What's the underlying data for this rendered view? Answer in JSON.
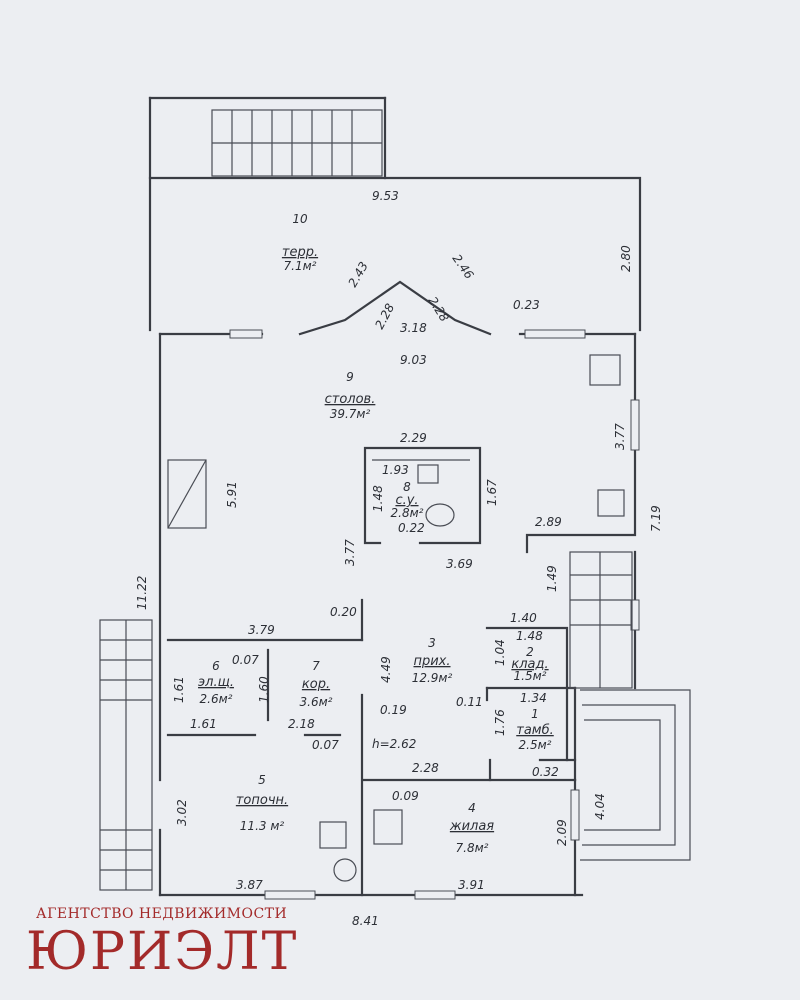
{
  "rooms": [
    {
      "id": "10",
      "num": "10",
      "name": "терр.",
      "area": "7.1м²"
    },
    {
      "id": "9",
      "num": "9",
      "name": "столов.",
      "area": "39.7м²"
    },
    {
      "id": "8",
      "num": "8",
      "name": "с.у.",
      "area": "2.8м²"
    },
    {
      "id": "3",
      "num": "3",
      "name": "прих.",
      "area": "12.9м²"
    },
    {
      "id": "2",
      "num": "2",
      "name": "клад.",
      "area": "1.5м²"
    },
    {
      "id": "1",
      "num": "1",
      "name": "тамб.",
      "area": "2.5м²"
    },
    {
      "id": "6",
      "num": "6",
      "name": "эл.щ.",
      "area": "2.6м²"
    },
    {
      "id": "7",
      "num": "7",
      "name": "кор.",
      "area": "3.6м²"
    },
    {
      "id": "5",
      "num": "5",
      "name": "топочн.",
      "area": "11.3 м²"
    },
    {
      "id": "4",
      "num": "4",
      "name": "жилая",
      "area": "7.8м²"
    }
  ],
  "dimensions": {
    "terrace_width": "9.53",
    "terrace_depth": "2.80",
    "bay_left_outer": "2.43",
    "bay_right_outer": "2.46",
    "bay_left_inner": "2.28",
    "bay_right_inner": "2.28",
    "bay_center": "3.18",
    "right_offset": "0.23",
    "dining_width": "9.03",
    "kitchen_right": "3.77",
    "right_side": "7.19",
    "left_wall": "5.91",
    "wc_top": "2.29",
    "wc_1": "1.93",
    "wc_right": "1.67",
    "wc_left": "1.48",
    "wc_door": "0.22",
    "wc_left_outer": "3.77",
    "wc_bottom": "3.69",
    "stair_top": "2.89",
    "stair_side": "1.49",
    "stair_bottom": "1.40",
    "total_left": "11.22",
    "partition_offset": "0.20",
    "corridor_top": "3.79",
    "hall_height": "4.49",
    "room6_h": "1.61",
    "room6_offset": "0.07",
    "room6_right": "1.60",
    "room6_w": "1.61",
    "room7_w": "2.18",
    "room7_offset": "0.07",
    "hall_offset": "0.19",
    "ceiling_h": "h=2.62",
    "storage_top": "1.48",
    "storage_h": "1.04",
    "storage_offset": "0.11",
    "vest_top": "1.34",
    "vest_h": "1.76",
    "vest_offset": "0.32",
    "porch_h": "4.04",
    "room4_top": "2.28",
    "room4_offset": "0.09",
    "room4_h": "2.09",
    "room5_h": "3.02",
    "bottom_left": "3.87",
    "bottom_right": "3.91",
    "total_bottom": "8.41"
  },
  "brand": {
    "subtitle": "АГЕНТСТВО НЕДВИЖИМОСТИ",
    "name": "ЮРИЭЛТ"
  }
}
